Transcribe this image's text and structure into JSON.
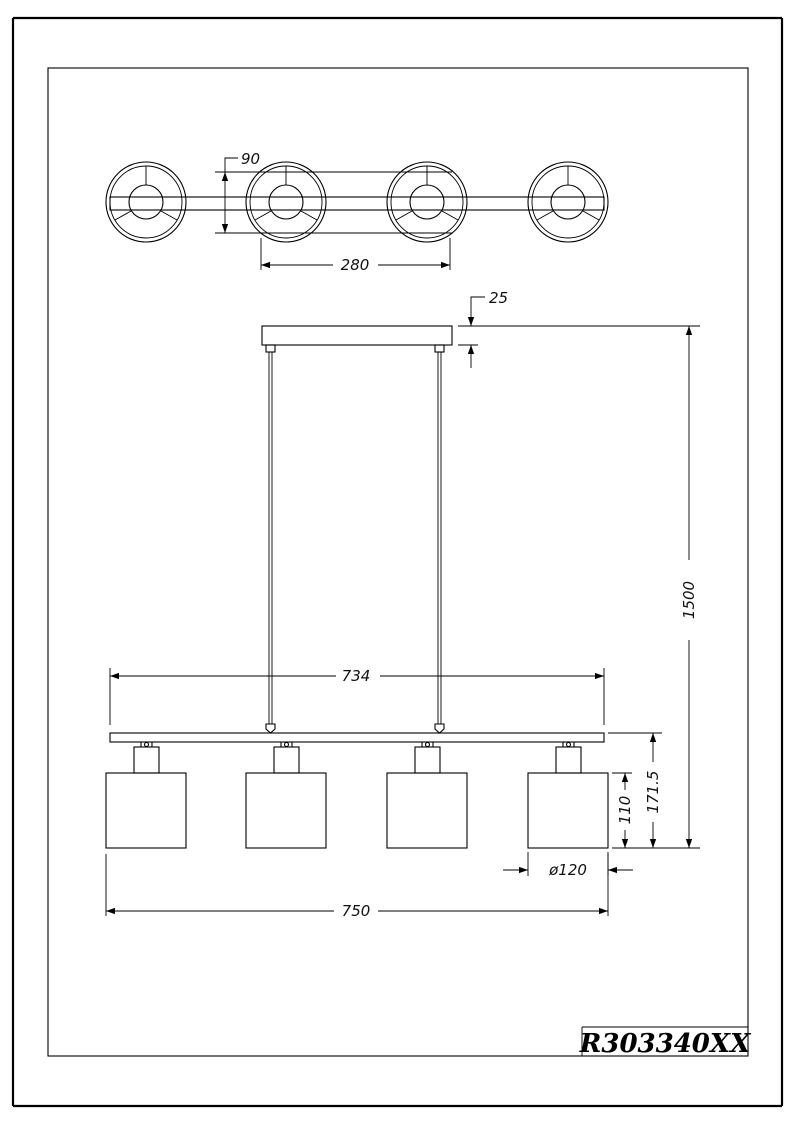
{
  "drawing": {
    "model_number": "R303340XX",
    "dimensions": {
      "bar_width_top": "90",
      "shade_spacing": "280",
      "canopy_height": "25",
      "overall_height": "1500",
      "bar_length": "734",
      "shade_drop": "171.5",
      "shade_height": "110",
      "shade_diameter": "ø120",
      "overall_width": "750"
    }
  }
}
